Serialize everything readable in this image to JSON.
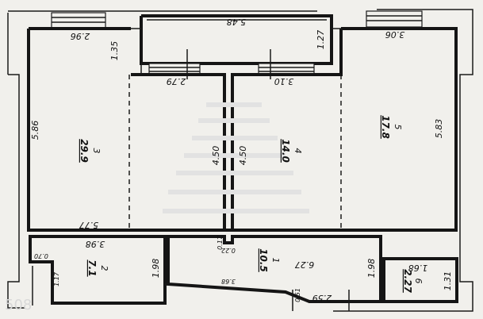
{
  "plan": {
    "corner_number": "508",
    "rooms": [
      {
        "id": "3",
        "number": "3",
        "area": "29.9"
      },
      {
        "id": "4",
        "number": "4",
        "area": "14.0"
      },
      {
        "id": "5",
        "number": "5",
        "area": "17.8"
      },
      {
        "id": "1",
        "number": "1",
        "area": "10.5"
      },
      {
        "id": "2",
        "number": "2",
        "area": "7.1"
      },
      {
        "id": "6",
        "number": "6",
        "area": "2.27"
      }
    ],
    "dimensions": {
      "d296": "2.96",
      "d548": "5.48",
      "d306": "3.06",
      "d135": "1.35",
      "d127": "1.27",
      "d279": "2.79",
      "d310": "3.10",
      "d586": "5.86",
      "d583": "5.83",
      "d450a": "4.50",
      "d450b": "4.50",
      "d577": "5.77",
      "d398": "3.98",
      "d070": "0.70",
      "d117": "1.17",
      "d198a": "1.98",
      "d017": "0.17",
      "d022": "0.22",
      "d627": "6.27",
      "d198b": "1.98",
      "d168": "1.68",
      "d368": "3.68",
      "d051": "0.51",
      "d259": "2.59",
      "d131": "1.31"
    }
  }
}
